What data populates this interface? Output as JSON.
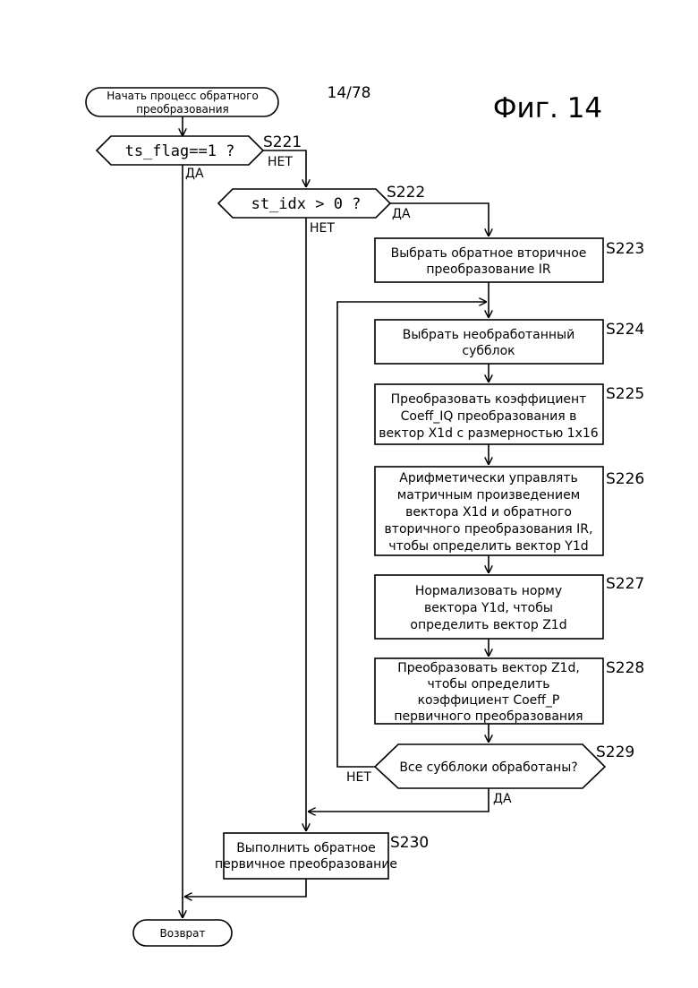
{
  "header": {
    "page_number": "14/78",
    "figure_label": "Фиг. 14"
  },
  "start": {
    "line1": "Начать процесс обратного",
    "line2": "преобразования"
  },
  "s221": {
    "step": "S221",
    "condition": "ts_flag==1 ?",
    "no_label": "НЕТ",
    "yes_label": "ДА"
  },
  "s222": {
    "step": "S222",
    "condition": "st_idx > 0 ?",
    "no_label": "НЕТ",
    "yes_label": "ДА"
  },
  "s223": {
    "step": "S223",
    "lines": [
      "Выбрать обратное вторичное",
      "преобразование IR"
    ]
  },
  "s224": {
    "step": "S224",
    "lines": [
      "Выбрать необработанный",
      "субблок"
    ]
  },
  "s225": {
    "step": "S225",
    "lines": [
      "Преобразовать коэффициент",
      "Coeff_IQ преобразования в",
      "вектор X1d с размерностью 1x16"
    ]
  },
  "s226": {
    "step": "S226",
    "lines": [
      "Арифметически управлять",
      "матричным произведением",
      "вектора X1d и обратного",
      "вторичного преобразования IR,",
      "чтобы определить вектор Y1d"
    ]
  },
  "s227": {
    "step": "S227",
    "lines": [
      "Нормализовать норму",
      "вектора Y1d, чтобы",
      "определить вектор Z1d"
    ]
  },
  "s228": {
    "step": "S228",
    "lines": [
      "Преобразовать вектор Z1d,",
      "чтобы определить",
      "коэффициент Coeff_P",
      "первичного преобразования"
    ]
  },
  "s229": {
    "step": "S229",
    "condition": "Все субблоки обработаны?",
    "no_label": "НЕТ",
    "yes_label": "ДА"
  },
  "s230": {
    "step": "S230",
    "lines": [
      "Выполнить обратное",
      "первичное преобразование"
    ]
  },
  "end": {
    "label": "Возврат"
  }
}
